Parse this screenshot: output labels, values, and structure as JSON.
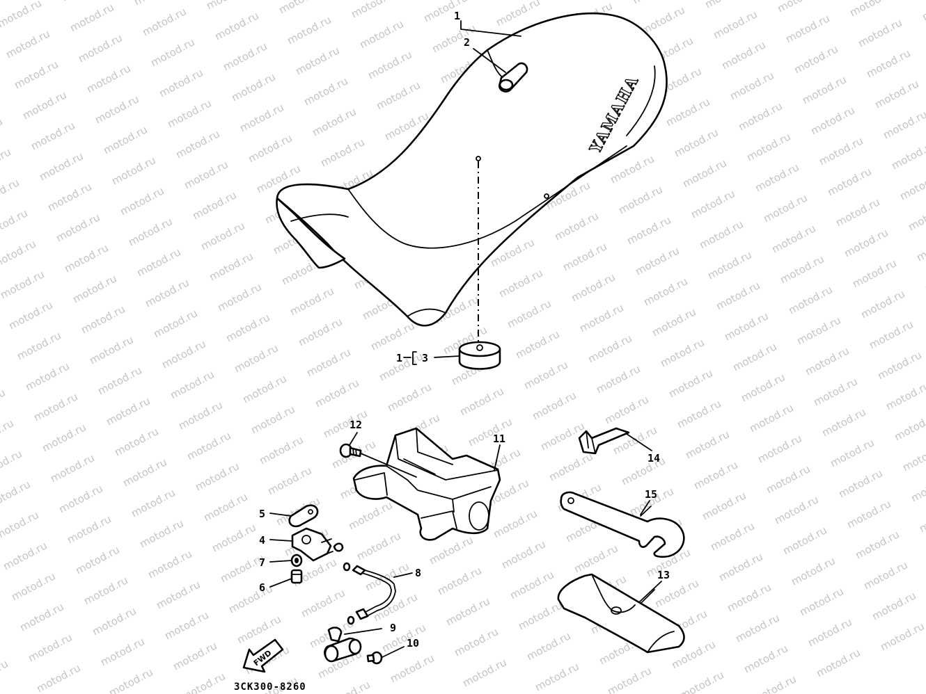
{
  "watermark": "motod.ru",
  "diagram": {
    "brand_text": "YAMAHA",
    "front_indicator": "FWD",
    "figure_code": "3CK300-8260",
    "callouts": [
      {
        "id": "c1a",
        "text": "1"
      },
      {
        "id": "c2",
        "text": "2"
      },
      {
        "id": "c1b",
        "text": "1"
      },
      {
        "id": "c3",
        "text": "3"
      },
      {
        "id": "c4",
        "text": "4"
      },
      {
        "id": "c5",
        "text": "5"
      },
      {
        "id": "c6",
        "text": "6"
      },
      {
        "id": "c7",
        "text": "7"
      },
      {
        "id": "c8",
        "text": "8"
      },
      {
        "id": "c9",
        "text": "9"
      },
      {
        "id": "c10",
        "text": "10"
      },
      {
        "id": "c11",
        "text": "11"
      },
      {
        "id": "c12",
        "text": "12"
      },
      {
        "id": "c13",
        "text": "13"
      },
      {
        "id": "c14",
        "text": "14"
      },
      {
        "id": "c15",
        "text": "15"
      }
    ]
  }
}
